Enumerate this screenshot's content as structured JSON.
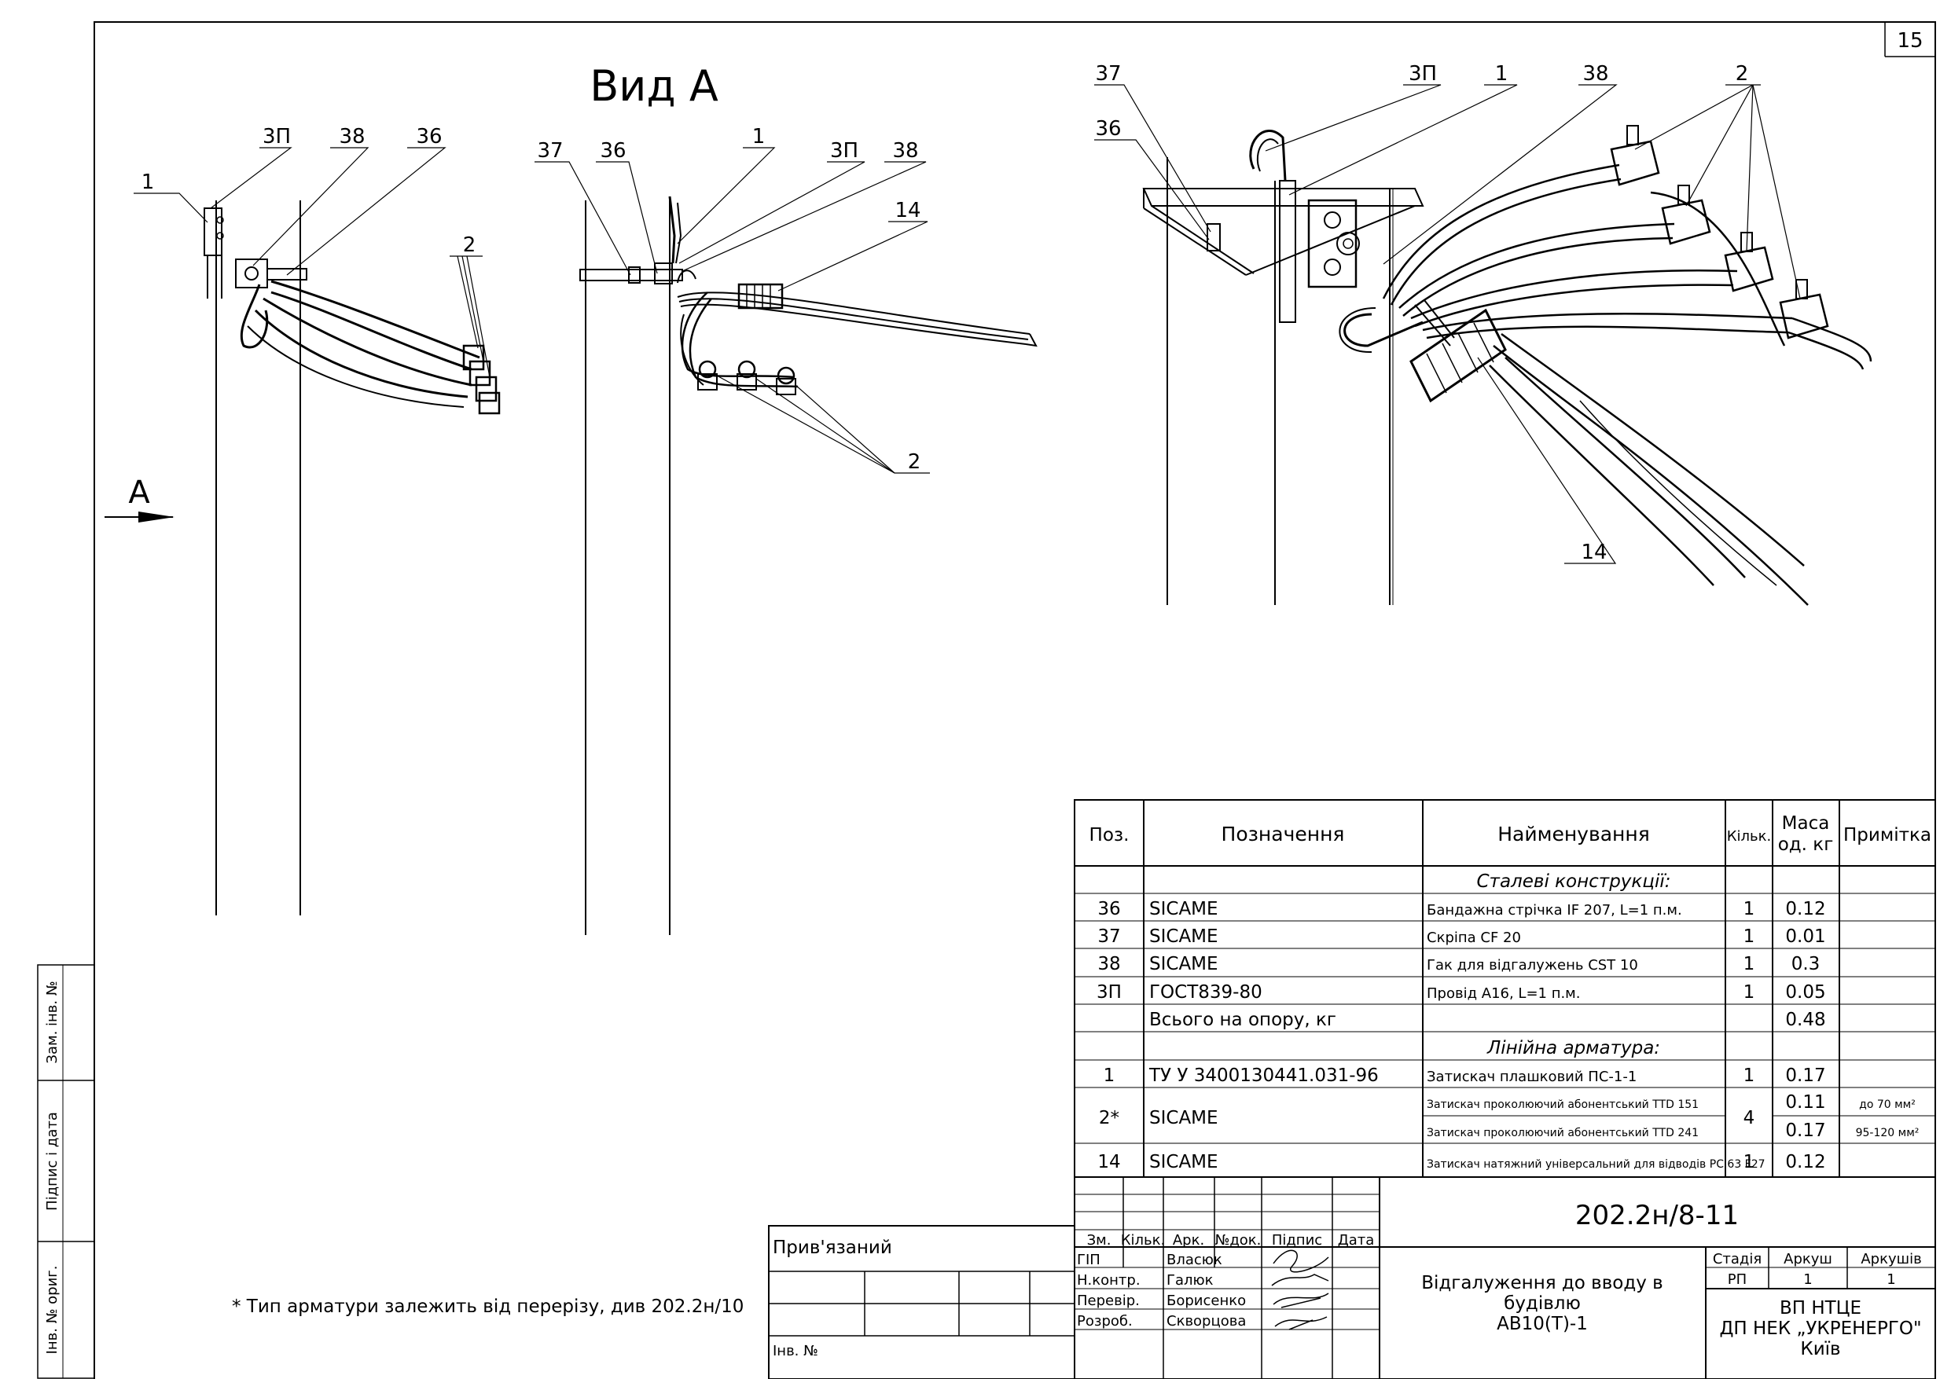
{
  "sheet_number": "15",
  "view_title": "Вид А",
  "view_arrow_label": "А",
  "labels": {
    "d1_pos1": "1",
    "d1_3p": "3П",
    "d1_38": "38",
    "d1_36": "36",
    "d1_2": "2",
    "d2_37": "37",
    "d2_36": "36",
    "d2_1": "1",
    "d2_3p": "3П",
    "d2_38": "38",
    "d2_14": "14",
    "d2_2": "2",
    "d3_37": "37",
    "d3_36": "36",
    "d3_3p": "3П",
    "d3_1": "1",
    "d3_38": "38",
    "d3_2": "2",
    "d3_14": "14"
  },
  "spec_table": {
    "headers": {
      "pos": "Поз.",
      "designation": "Позначення",
      "name": "Найменування",
      "qty": "Кільк.",
      "mass_line1": "Маса",
      "mass_line2": "од. кг",
      "note": "Примітка"
    },
    "section_steel": "Сталеві конструкції:",
    "rows_steel": [
      {
        "pos": "36",
        "designation": "SICAME",
        "name": "Бандажна стрічка IF 207, L=1 п.м.",
        "qty": "1",
        "mass": "0.12"
      },
      {
        "pos": "37",
        "designation": "SICAME",
        "name": "Скріпа CF 20",
        "qty": "1",
        "mass": "0.01"
      },
      {
        "pos": "38",
        "designation": "SICAME",
        "name": "Гак для відгалужень CST 10",
        "qty": "1",
        "mass": "0.3"
      },
      {
        "pos": "3П",
        "designation": "ГОСТ839-80",
        "name": "Провід А16, L=1 п.м.",
        "qty": "1",
        "mass": "0.05"
      }
    ],
    "total_label": "Всього на опору, кг",
    "total_mass": "0.48",
    "section_linear": "Лінійна арматура:",
    "row_1": {
      "pos": "1",
      "designation": "ТУ У 3400130441.031-96",
      "name": "Затискач плашковий ПС-1-1",
      "qty": "1",
      "mass": "0.17"
    },
    "row_2": {
      "pos": "2*",
      "designation": "SICAME",
      "name_a": "Затискач проколюючий абонентський TTD 151",
      "name_b": "Затискач проколюючий абонентський TTD 241",
      "qty": "4",
      "mass_a": "0.11",
      "mass_b": "0.17",
      "note_a": "до 70 мм²",
      "note_b": "95-120 мм²"
    },
    "row_14": {
      "pos": "14",
      "designation": "SICAME",
      "name": "Затискач натяжний універсальний для відводів PC 63 F27",
      "qty": "1",
      "mass": "0.12"
    }
  },
  "title_block": {
    "doc_code": "202.2н/8-11",
    "col_zm": "Зм.",
    "col_qty": "Кільк.",
    "col_ark": "Арк.",
    "col_doc": "№док.",
    "col_sign": "Підпис",
    "col_date": "Дата",
    "roles": [
      {
        "role": "ГІП",
        "name": "Власюк"
      },
      {
        "role": "Н.контр.",
        "name": "Галюк"
      },
      {
        "role": "Перевір.",
        "name": "Борисенко"
      },
      {
        "role": "Розроб.",
        "name": "Скворцова"
      }
    ],
    "title_line1": "Відгалуження до вводу в",
    "title_line2": "будівлю",
    "title_line3": "АВ10(Т)-1",
    "stage_label": "Стадія",
    "sheet_label": "Аркуш",
    "sheets_label": "Аркушів",
    "stage": "РП",
    "sheet": "1",
    "sheets": "1",
    "org_line1": "ВП НТЦЕ",
    "org_line2": "ДП НЕК „УКРЕНЕРГО\"",
    "org_line3": "Київ"
  },
  "binding_block": {
    "label": "Прив'язаний",
    "inv": "Інв. №"
  },
  "side_stamp": {
    "zam_inv": "Зам. інв. №",
    "sign_date": "Підпис і дата",
    "inv_orig": "Інв. № ориг."
  },
  "footnote": "* Тип арматури залежить від перерізу, див 202.2н/10"
}
